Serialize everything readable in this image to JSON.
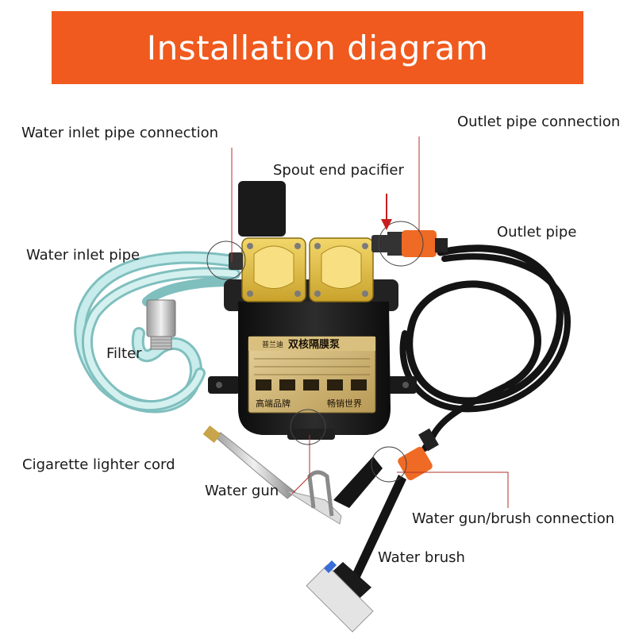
{
  "banner": {
    "title": "Installation diagram",
    "color": "#f05a1e"
  },
  "labels": {
    "water_inlet_pipe_connection": "Water inlet pipe connection",
    "outlet_pipe_connection": "Outlet pipe connection",
    "spout_end_pacifier": "Spout end pacifier",
    "outlet_pipe": "Outlet pipe",
    "water_inlet_pipe": "Water inlet pipe",
    "filter": "Filter",
    "cigarette_lighter_cord": "Cigarette lighter cord",
    "water_gun": "Water gun",
    "water_gun_brush_connection": "Water gun/brush connection",
    "water_brush": "Water brush"
  },
  "pump_label": {
    "chinese_title": "双核隔膜泵",
    "brand": "普兰迪",
    "slogan_left": "高端品牌",
    "slogan_right": "畅销世界"
  },
  "colors": {
    "pump_body": "#1c1c1c",
    "pump_heads": "#e9c64a",
    "inlet_hose": "#a9d7d6",
    "outlet_hose": "#141414",
    "fitting": "#ef6a24",
    "leader_line": "#b5322a"
  }
}
